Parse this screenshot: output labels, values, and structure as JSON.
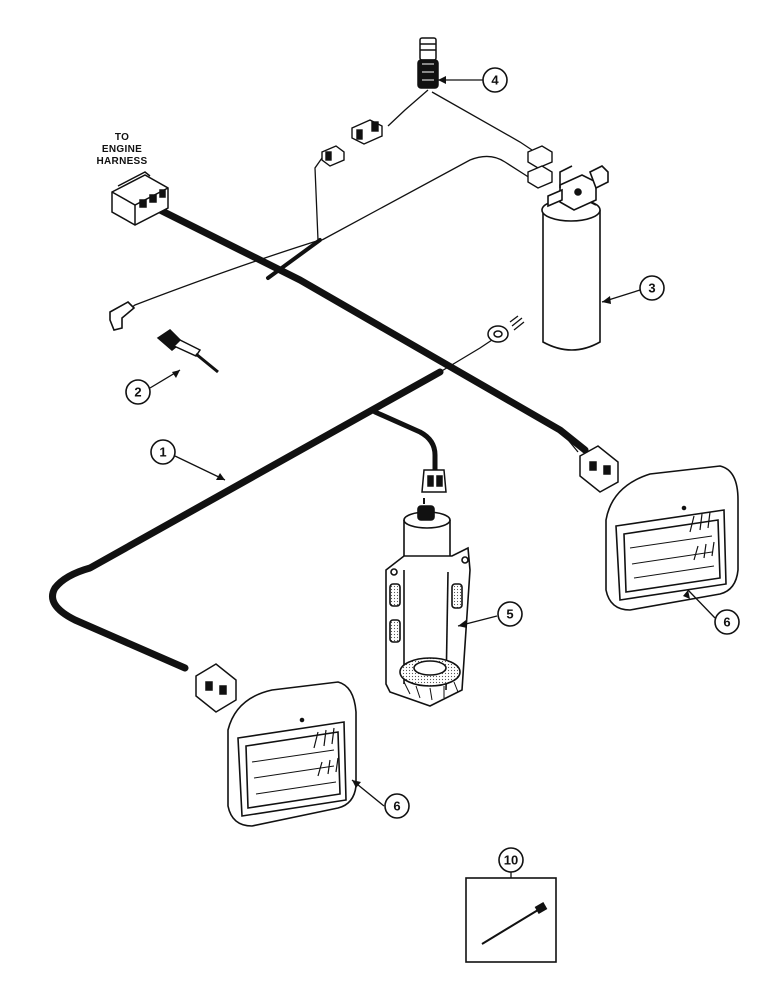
{
  "engine_label": {
    "line1": "TO",
    "line2": "ENGINE",
    "line3": "HARNESS"
  },
  "callouts": {
    "harness": "1",
    "sensor": "2",
    "receiver_drier": "3",
    "pressure_switch": "4",
    "blower_motor": "5",
    "headlamp_right": "6",
    "headlamp_left": "6",
    "cable_tie": "10"
  }
}
